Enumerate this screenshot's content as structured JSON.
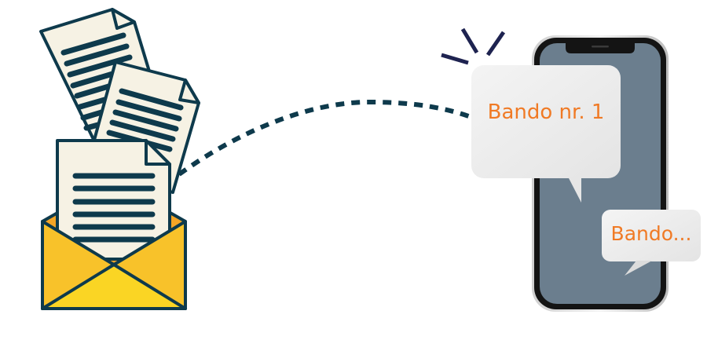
{
  "illustration": {
    "envelope_icon": "envelope-with-documents-icon",
    "phone_icon": "smartphone-icon",
    "connector": "dashed-arc",
    "notification_burst": "alert-burst-icon"
  },
  "bubbles": {
    "primary": {
      "text": "Bando nr. 1"
    },
    "secondary": {
      "text": "Bando..."
    }
  },
  "colors": {
    "ink": "#0e3a4c",
    "paper": "#f6f2e4",
    "envelope_front": "#f8c22a",
    "envelope_flap": "#fad524",
    "envelope_inside": "#f4a526",
    "phone_screen": "#6b7e8e",
    "bubble_text": "#f07a25",
    "burst": "#1e2350"
  }
}
